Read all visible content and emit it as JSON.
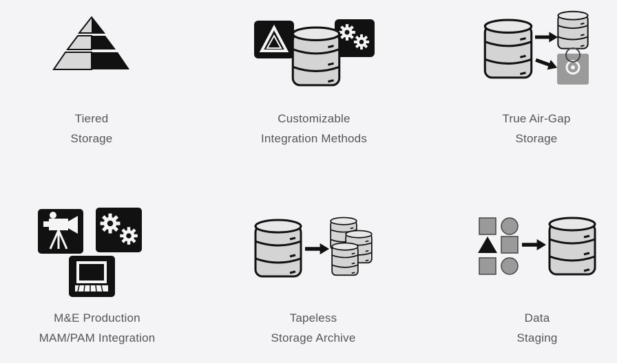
{
  "features": [
    {
      "line1": "Tiered",
      "line2": "Storage",
      "icon": "pyramid-icon"
    },
    {
      "line1": "Customizable",
      "line2": "Integration Methods",
      "icon": "integration-icon"
    },
    {
      "line1": "True Air-Gap",
      "line2": "Storage",
      "icon": "air-gap-icon"
    },
    {
      "line1": "M&E Production",
      "line2": "MAM/PAM Integration",
      "icon": "media-production-icon"
    },
    {
      "line1": "Tapeless",
      "line2": "Storage Archive",
      "icon": "tapeless-archive-icon"
    },
    {
      "line1": "Data",
      "line2": "Staging",
      "icon": "data-staging-icon"
    }
  ],
  "colors": {
    "background": "#f4f4f7",
    "icon_dark": "#1a1a1a",
    "icon_mid": "#9a9a9a",
    "icon_light": "#d8d8d8",
    "text": "#555555"
  }
}
